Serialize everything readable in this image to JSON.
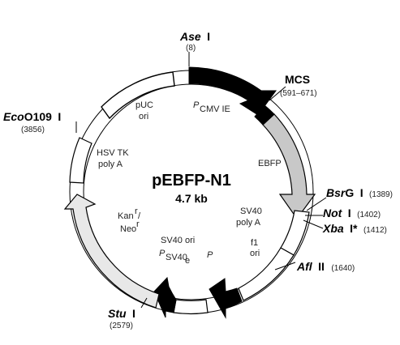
{
  "plasmid": {
    "name": "pEBFP-N1",
    "size": "4.7 kb"
  },
  "features": {
    "pcmv_main": "P",
    "pcmv_sub": "CMV IE",
    "ebfp": "EBFP",
    "sv40_polya_1": "SV40",
    "sv40_polya_2": "poly A",
    "f1_1": "f1",
    "f1_2": "ori",
    "p_sv40_ori": "SV40 ori",
    "p_sv40_main": "P",
    "p_sv40_sub": "SV40",
    "p_sv40_sub2": "e",
    "p_small": "P",
    "kan_1": "Kan",
    "kan_sup": "r",
    "kan_slash": "/",
    "neo_1": "Neo",
    "neo_sup": "r",
    "hsv_1": "HSV TK",
    "hsv_2": "poly A",
    "puc_1": "pUC",
    "puc_2": "ori"
  },
  "sites": {
    "ase": {
      "name": "Ase",
      "roman": "I",
      "pos": "(8)"
    },
    "mcs": {
      "name": "MCS",
      "pos": "(591–671)"
    },
    "bsrg": {
      "name": "Bsr",
      "name2": "G",
      "roman": "I",
      "pos": "(1389)"
    },
    "not": {
      "name": "Not",
      "roman": "I",
      "pos": "(1402)"
    },
    "xba": {
      "name": "Xba",
      "roman": "I*",
      "pos": "(1412)"
    },
    "afl": {
      "name": "Afl",
      "roman": "II",
      "pos": "(1640)"
    },
    "stu": {
      "name": "Stu",
      "roman": "I",
      "pos": "(2579)"
    },
    "eco": {
      "name": "Eco",
      "name2": "O109",
      "roman": "I",
      "pos": "(3856)"
    }
  },
  "colors": {
    "black_feature": "#000000",
    "gray_feature": "#c8c8c8",
    "light_feature": "#e8e8e8",
    "outline": "#000000"
  }
}
